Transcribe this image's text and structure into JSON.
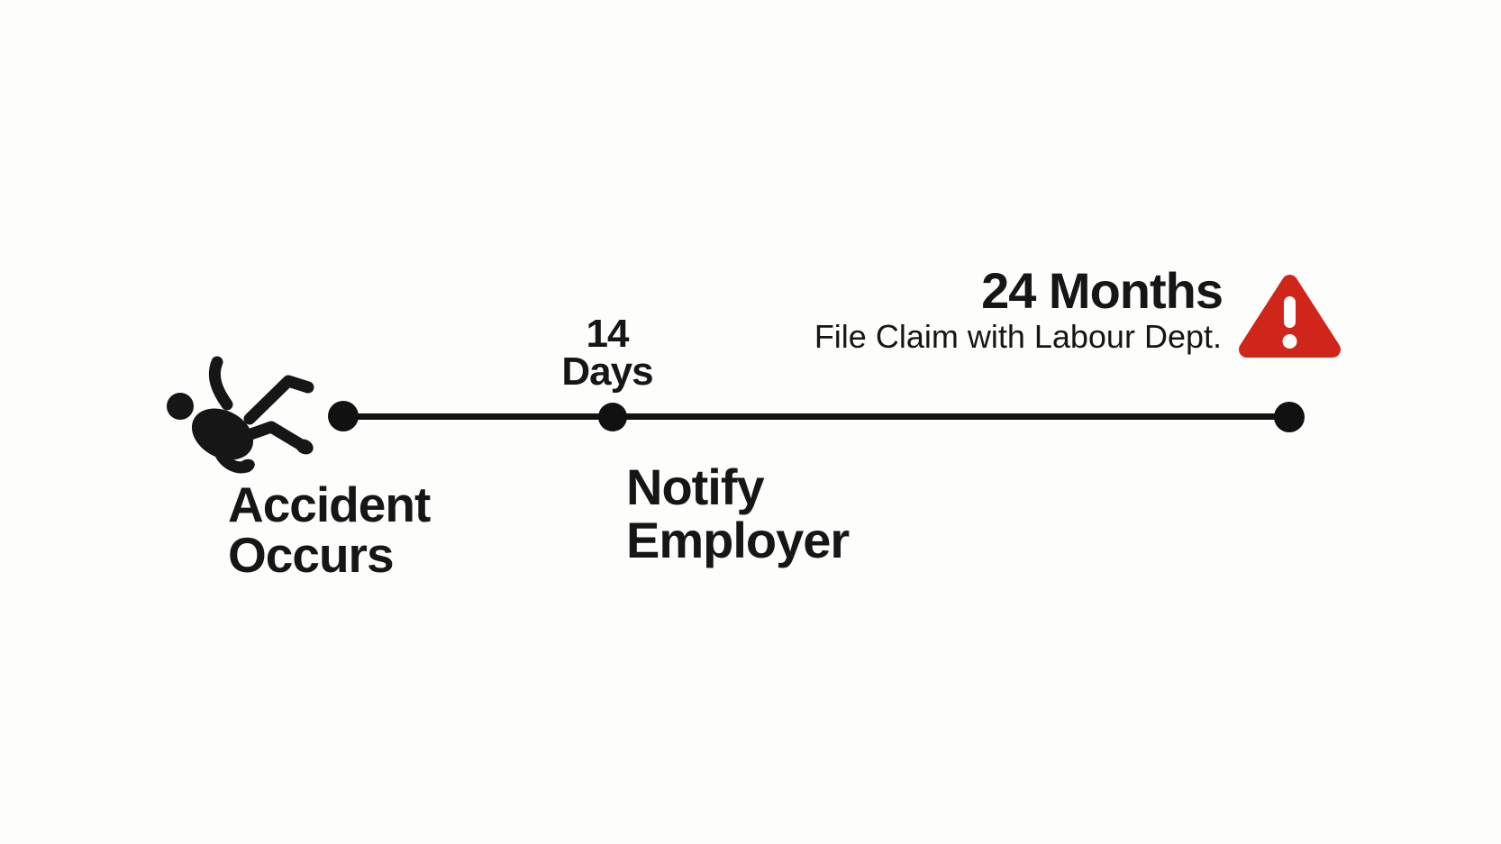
{
  "colors": {
    "background": "#fdfdfb",
    "ink": "#161616",
    "line": "#111111",
    "warning-red": "#d0251a",
    "warning-mark": "#ffffff"
  },
  "timeline": {
    "type": "horizontal-timeline",
    "events": [
      {
        "id": "accident-occurs",
        "icon": "falling-person-icon",
        "title_line1": "Accident",
        "title_line2": "Occurs"
      },
      {
        "id": "notify-employer",
        "deadline_line1": "14",
        "deadline_line2": "Days",
        "title_line1": "Notify",
        "title_line2": "Employer"
      },
      {
        "id": "file-claim",
        "deadline": "24 Months",
        "description": "File Claim with Labour Dept.",
        "icon": "warning-triangle-icon"
      }
    ]
  }
}
